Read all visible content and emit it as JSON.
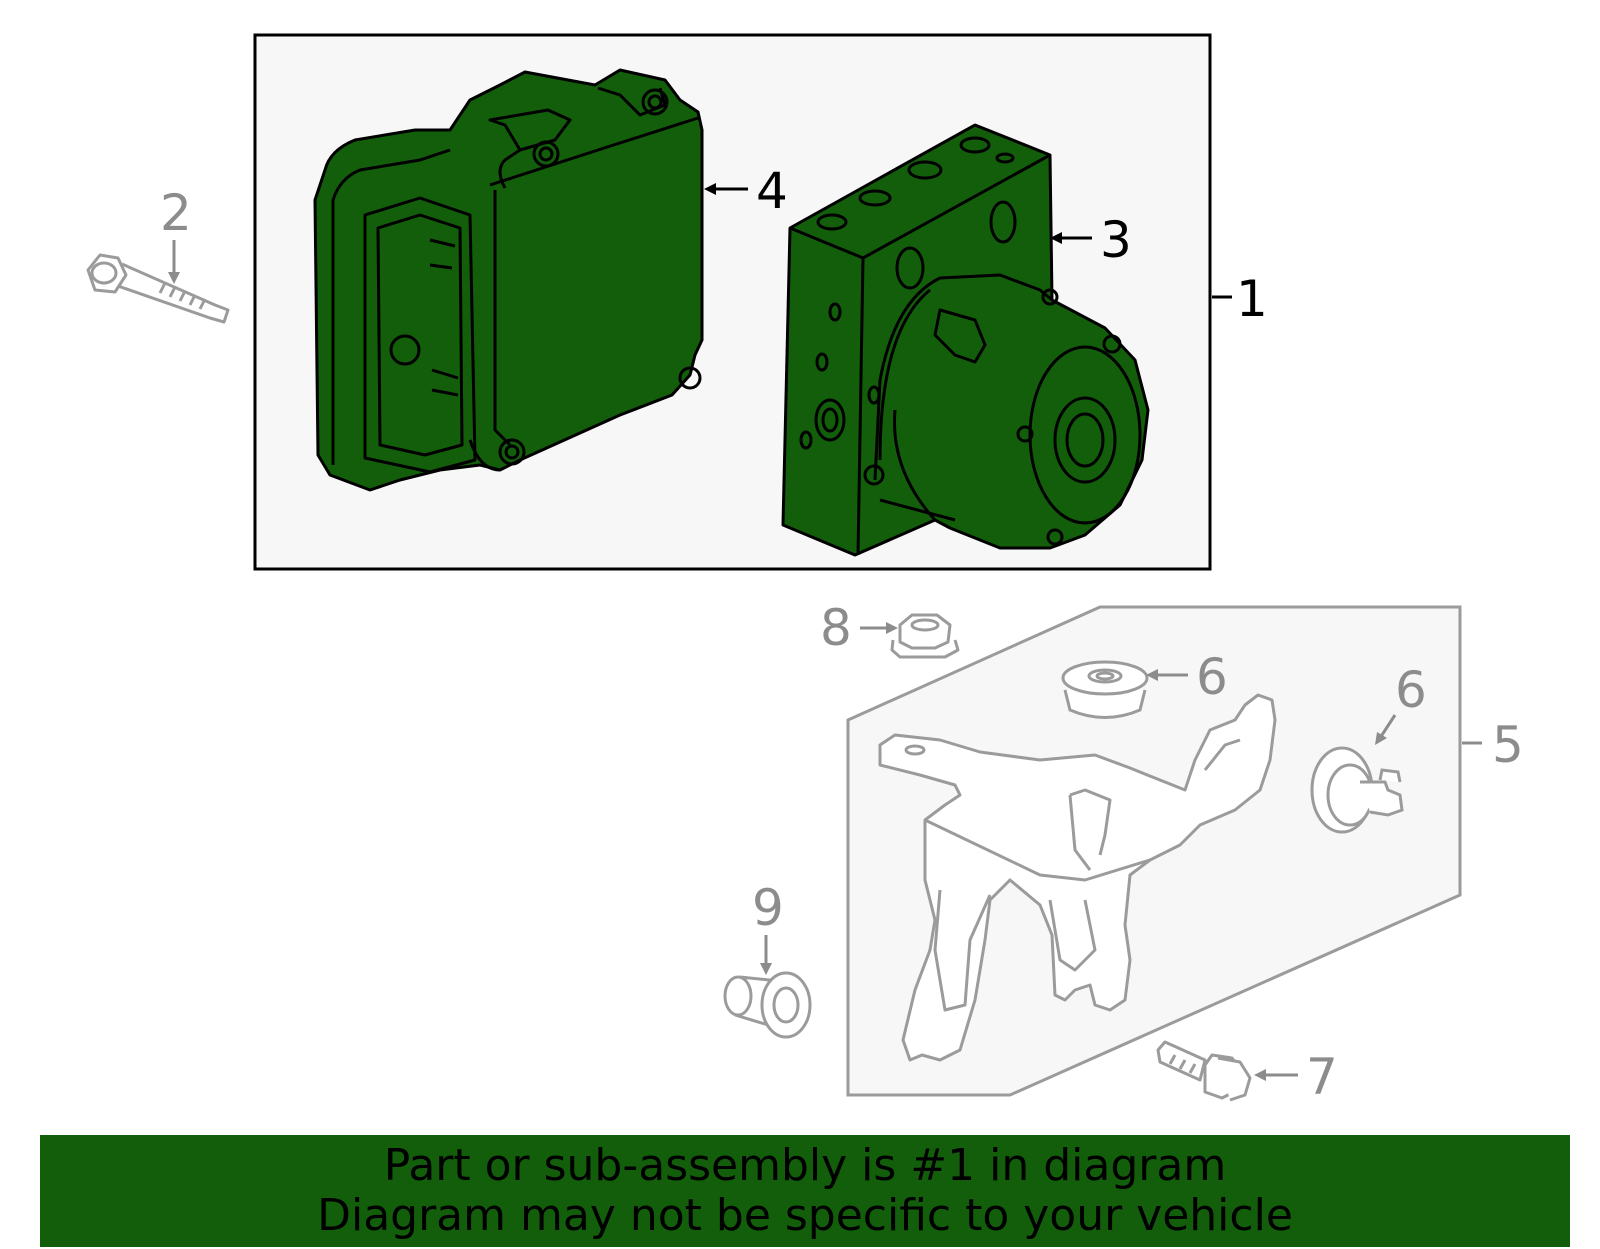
{
  "diagram": {
    "callouts": {
      "c1": "1",
      "c2": "2",
      "c3": "3",
      "c4": "4",
      "c5": "5",
      "c6a": "6",
      "c6b": "6",
      "c7": "7",
      "c8": "8",
      "c9": "9"
    },
    "colors": {
      "highlight_fill": "#125e0a",
      "box_fill": "#f7f7f7",
      "secondary_stroke": "#9b9b9b",
      "line": "#000000"
    }
  },
  "banner": {
    "line1": "Part or sub-assembly is #1 in diagram",
    "line2": "Diagram may not be specific to your vehicle",
    "background": "#125e0a"
  }
}
